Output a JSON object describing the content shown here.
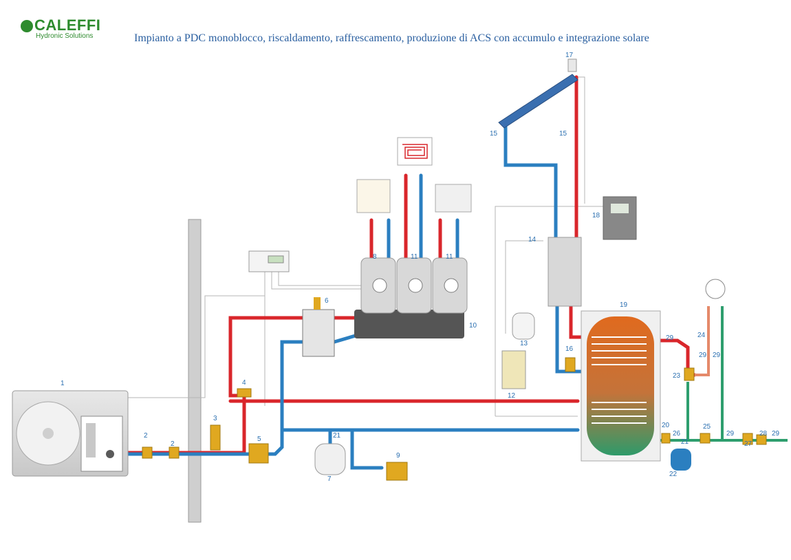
{
  "logo": {
    "brand": "CALEFFI",
    "subtitle": "Hydronic Solutions"
  },
  "title": "Impianto a PDC monoblocco, riscaldamento, raffrescamento, produzione di ACS con accumulo e integrazione solare",
  "labels": {
    "n1": "1",
    "n2a": "2",
    "n2b": "2",
    "n3": "3",
    "n4": "4",
    "n5": "5",
    "n6": "6",
    "n7": "7",
    "n8": "8",
    "n9": "9",
    "n10": "10",
    "n11a": "11",
    "n11b": "11",
    "n12": "12",
    "n13": "13",
    "n14": "14",
    "n15a": "15",
    "n15b": "15",
    "n16": "16",
    "n17": "17",
    "n18": "18",
    "n19": "19",
    "n20": "20",
    "n21a": "21",
    "n21b": "21",
    "n22": "22",
    "n23": "23",
    "n24": "24",
    "n25": "25",
    "n26": "26",
    "n27": "27",
    "n28": "28",
    "n29a": "29",
    "n29b": "29",
    "n29c": "29",
    "n29d": "29",
    "n29e": "29"
  },
  "colors": {
    "hot": "#d9262b",
    "cold": "#2b7fc0",
    "dhw": "#2e9e6e",
    "brass": "#e0a820",
    "label": "#2a6fb0"
  }
}
